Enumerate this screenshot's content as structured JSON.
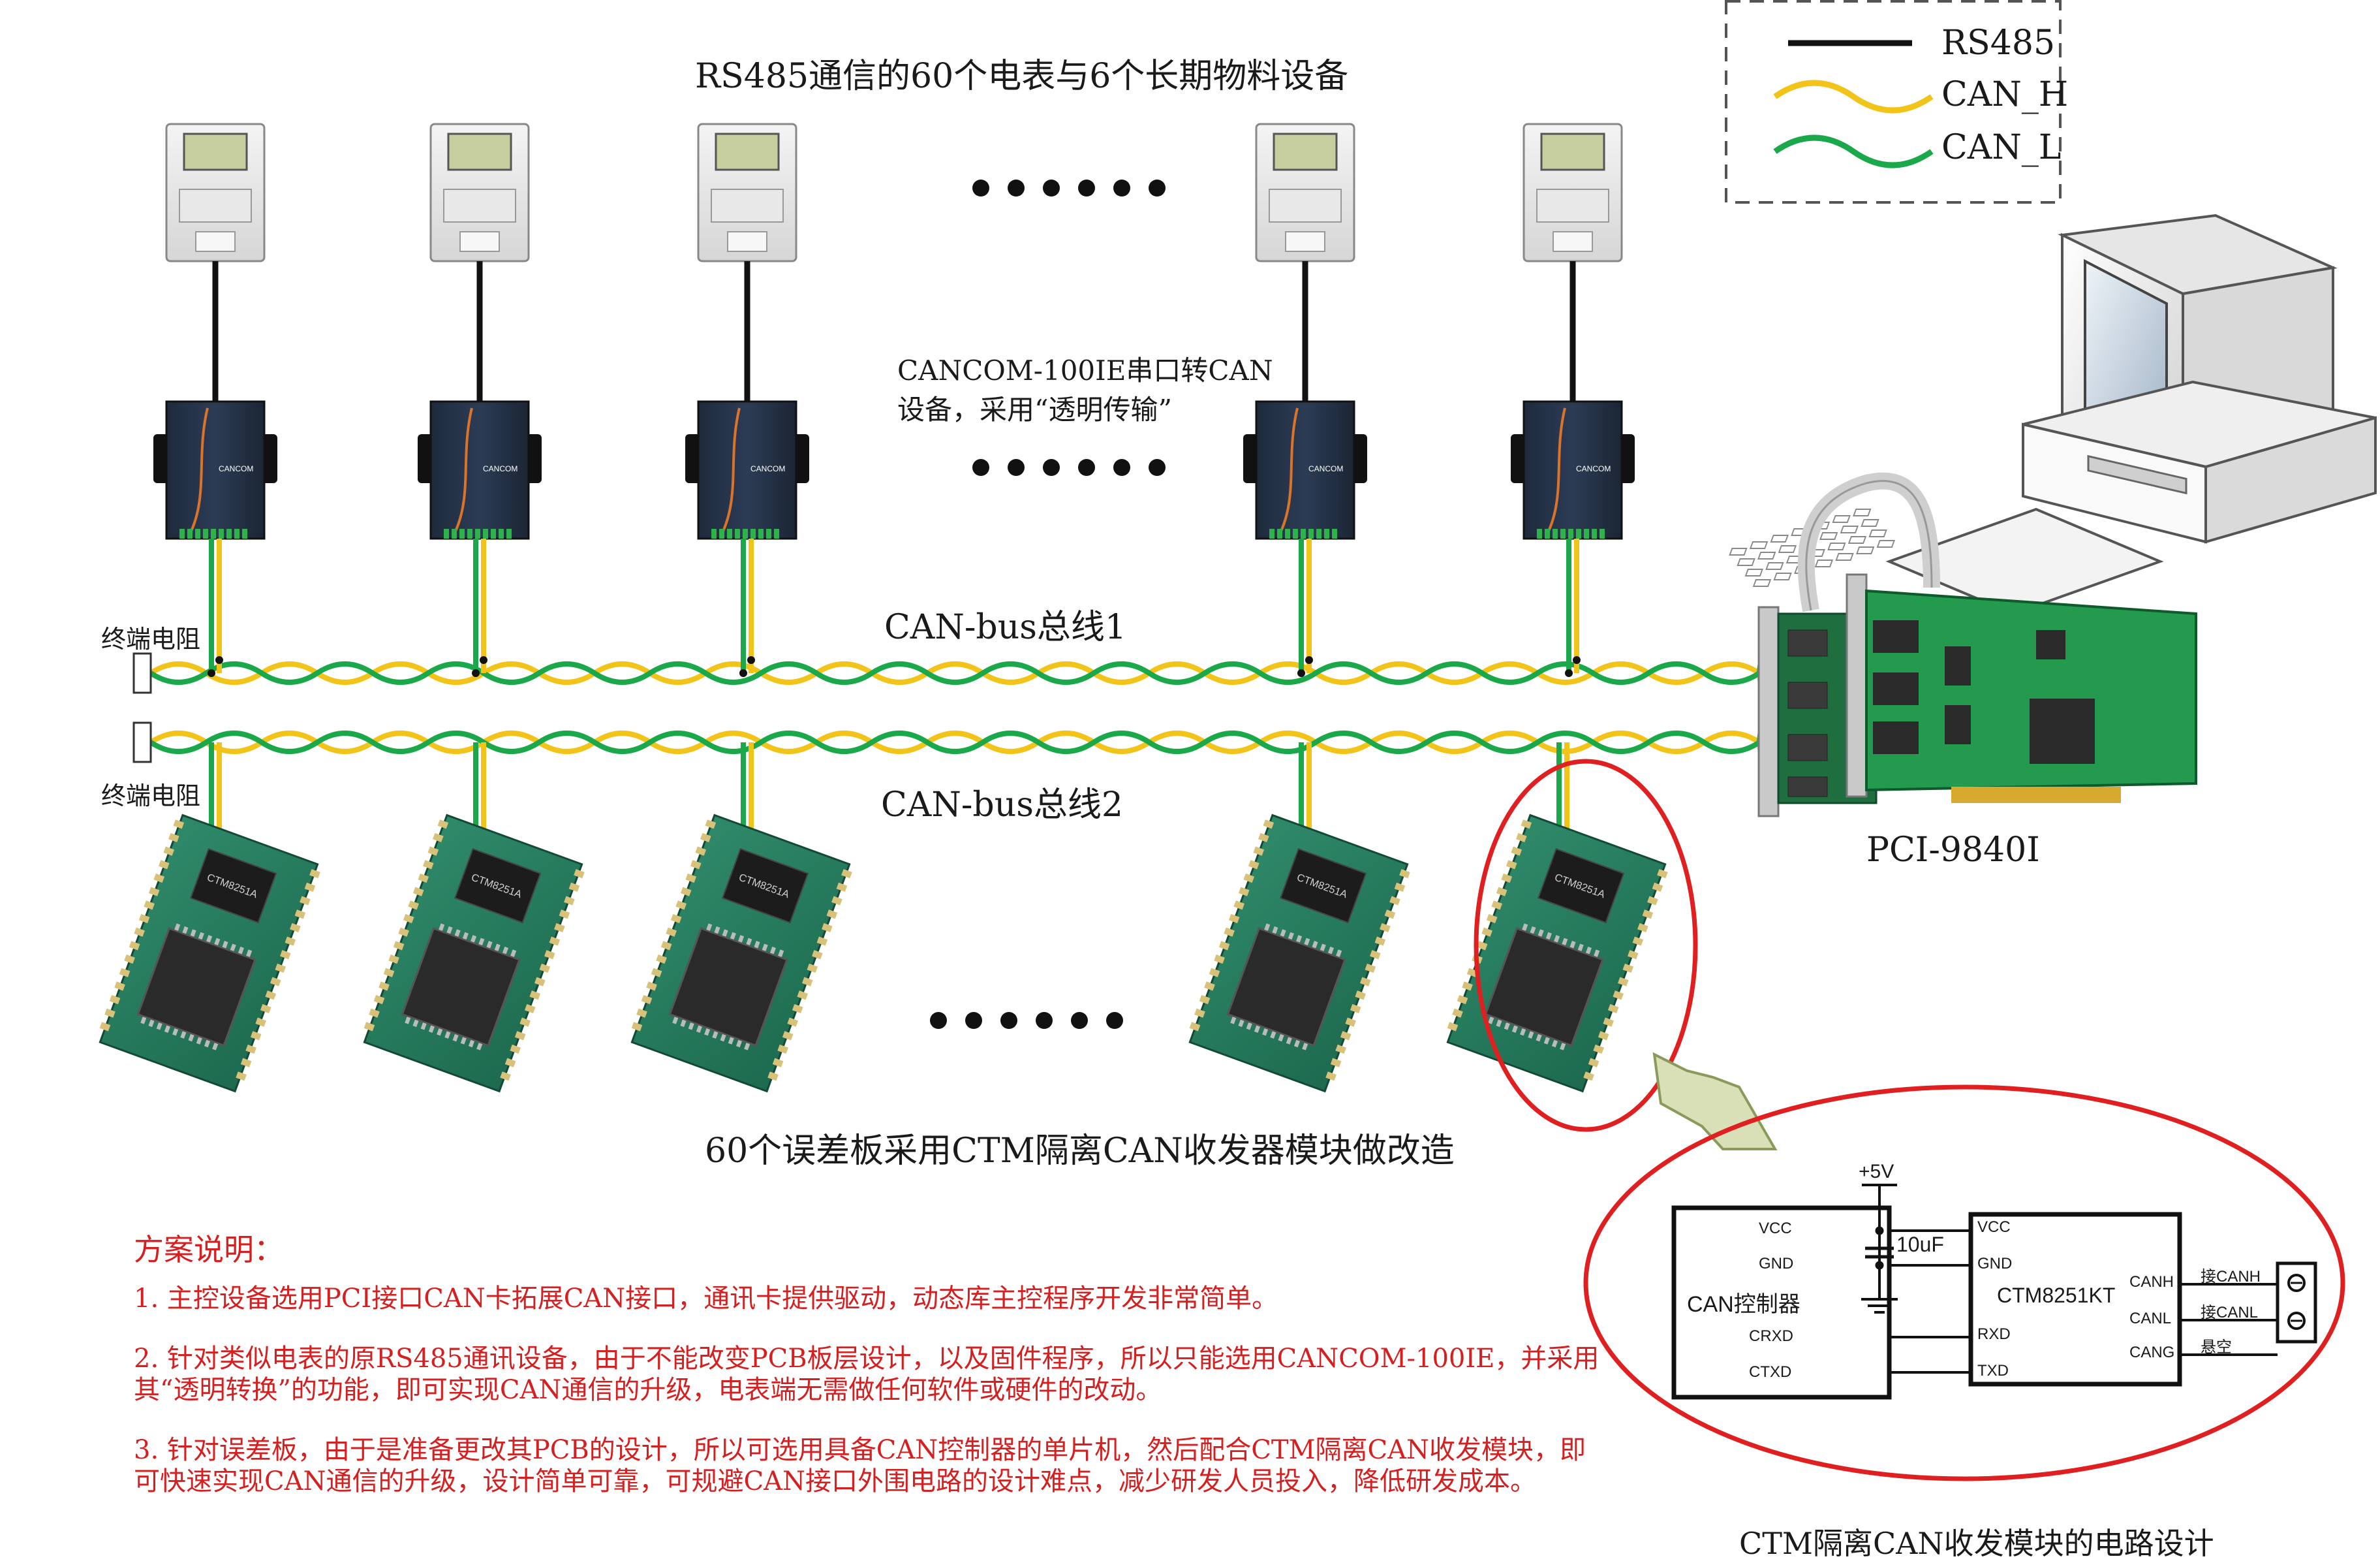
{
  "title_top": "RS485通信的60个电表与6个长期物料设备",
  "legend": {
    "items": [
      {
        "label": "RS485",
        "color": "#111111"
      },
      {
        "label": "CAN_H",
        "color": "#f2c318"
      },
      {
        "label": "CAN_L",
        "color": "#1aa84a"
      }
    ]
  },
  "converter_caption": [
    "CANCOM-100IE串口转CAN",
    "设备，采用“透明传输”"
  ],
  "converter_device_label": "CANCOM",
  "bus1_label": "CAN-bus总线1",
  "bus2_label": "CAN-bus总线2",
  "terminator_label_1": "终端电阻",
  "terminator_label_2": "终端电阻",
  "pci_label": "PCI-9840I",
  "boards_caption": "60个误差板采用CTM隔离CAN收发器模块做改造",
  "plan": {
    "heading": "方案说明：",
    "items": [
      "1. 主控设备选用PCI接口CAN卡拓展CAN接口，通讯卡提供驱动，动态库主控程序开发非常简单。",
      "2. 针对类似电表的原RS485通讯设备，由于不能改变PCB板层设计，以及固件程序，所以只能选用CANCOM-100IE，并采用",
      "其“透明转换”的功能，即可实现CAN通信的升级，电表端无需做任何软件或硬件的改动。",
      "3. 针对误差板，由于是准备更改其PCB的设计，所以可选用具备CAN控制器的单片机，然后配合CTM隔离CAN收发模块，即",
      "可快速实现CAN通信的升级，设计简单可靠，可规避CAN接口外围电路的设计难点，减少研发人员投入，降低研发成本。"
    ]
  },
  "circuit": {
    "supply": "+5V",
    "capacitor": "10uF",
    "controller_title": "CAN控制器",
    "controller_pins": [
      "VCC",
      "GND",
      "CRXD",
      "CTXD"
    ],
    "module_title": "CTM8251KT",
    "module_left_pins": [
      "VCC",
      "GND",
      "RXD",
      "TXD"
    ],
    "module_right_pins": [
      "CANH",
      "CANL",
      "CANG"
    ],
    "connections": [
      "接CANH",
      "接CANL",
      "悬空"
    ]
  },
  "circuit_caption": "CTM隔离CAN收发模块的电路设计",
  "ctm_chip_text": "CTM8251A"
}
